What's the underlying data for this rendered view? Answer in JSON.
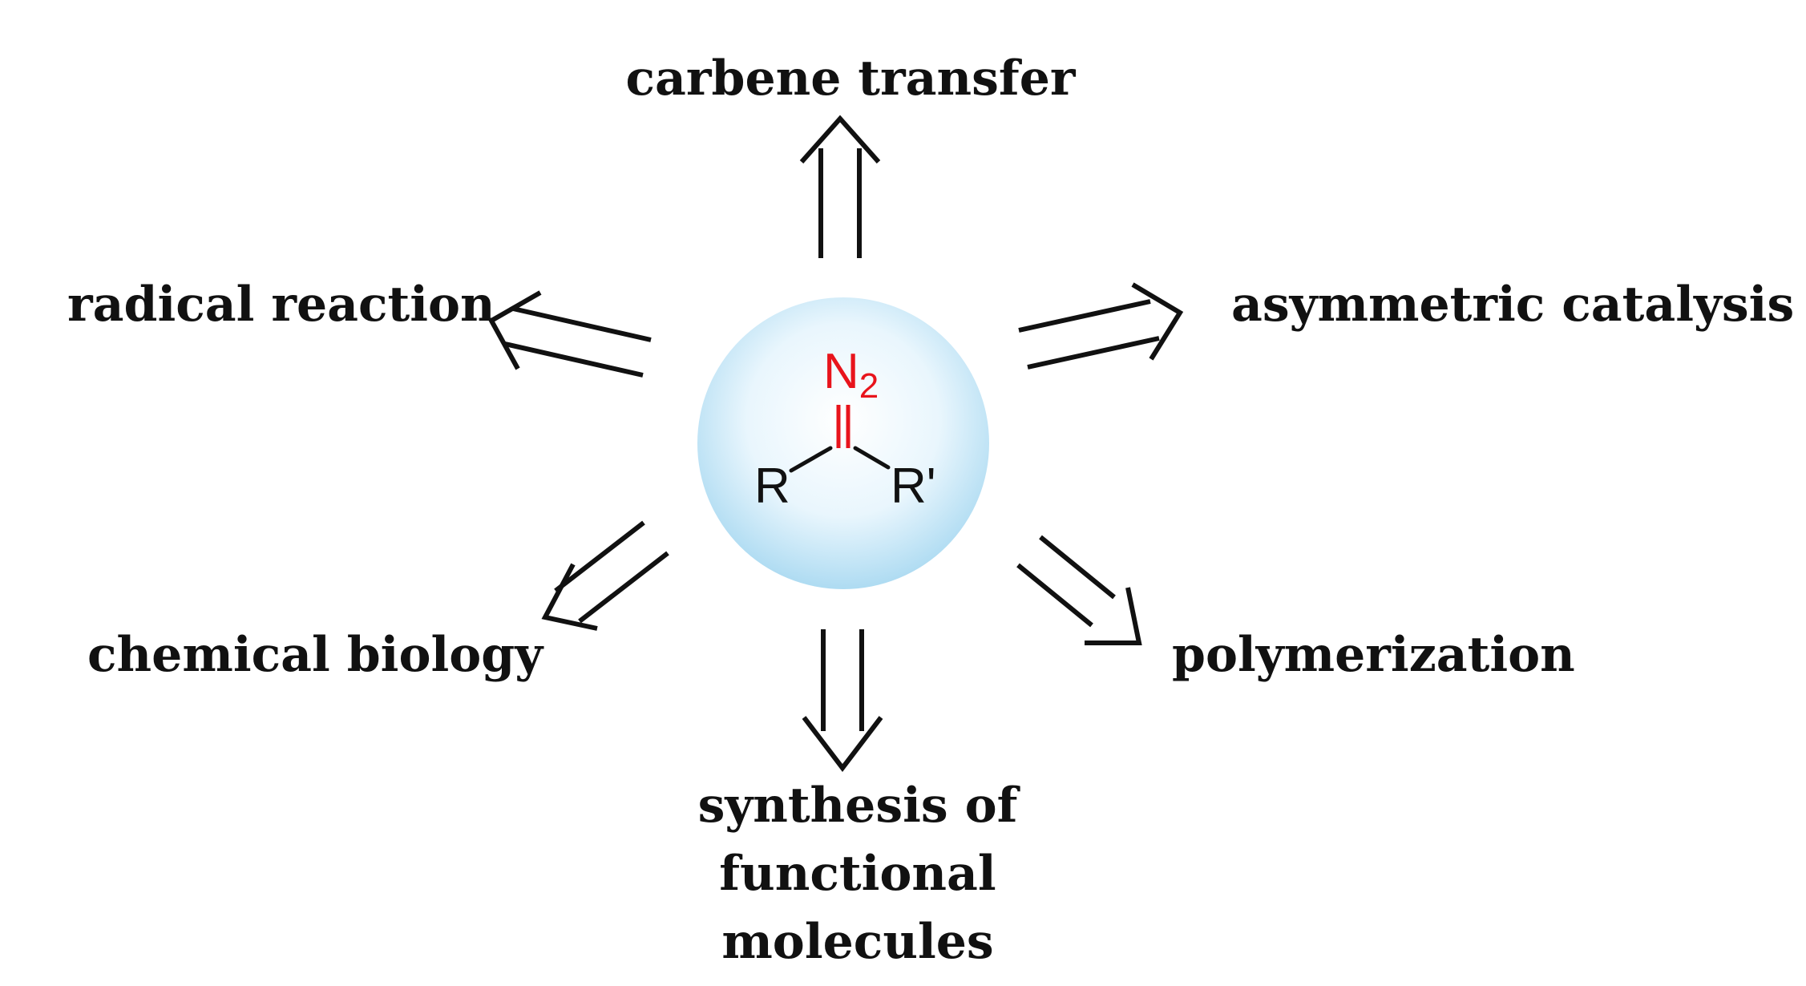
{
  "molecule": {
    "n2_label": "N",
    "n2_subscript": "2",
    "r_left": "R",
    "r_right": "R'",
    "n2_color": "#e8141c",
    "sphere_color": "#bfe3f5"
  },
  "applications": {
    "top": "carbene transfer",
    "left": "radical reaction",
    "right": "asymmetric catalysis",
    "bottom_left": "chemical biology",
    "bottom_right": "polymerization",
    "bottom_line1": "synthesis of functional",
    "bottom_line2": "molecules"
  }
}
